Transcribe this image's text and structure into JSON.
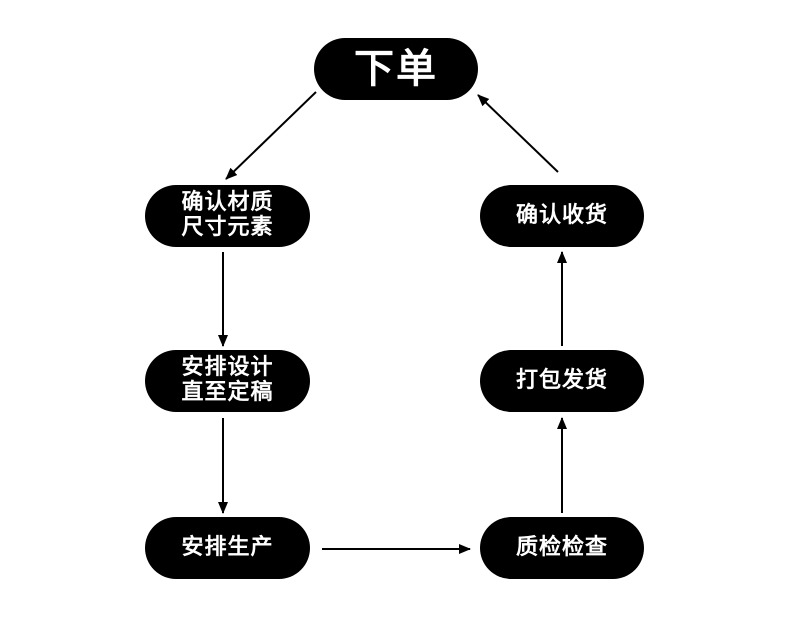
{
  "nodes": {
    "order": {
      "lines": [
        "下单"
      ]
    },
    "confirm": {
      "lines": [
        "确认材质",
        "尺寸元素"
      ]
    },
    "design": {
      "lines": [
        "安排设计",
        "直至定稿"
      ]
    },
    "produce": {
      "lines": [
        "安排生产"
      ]
    },
    "inspect": {
      "lines": [
        "质检检查"
      ]
    },
    "ship": {
      "lines": [
        "打包发货"
      ]
    },
    "receive": {
      "lines": [
        "确认收货"
      ]
    }
  },
  "colors": {
    "node_fill": "#000000",
    "node_text": "#ffffff",
    "arrow": "#000000",
    "background": "#ffffff"
  }
}
